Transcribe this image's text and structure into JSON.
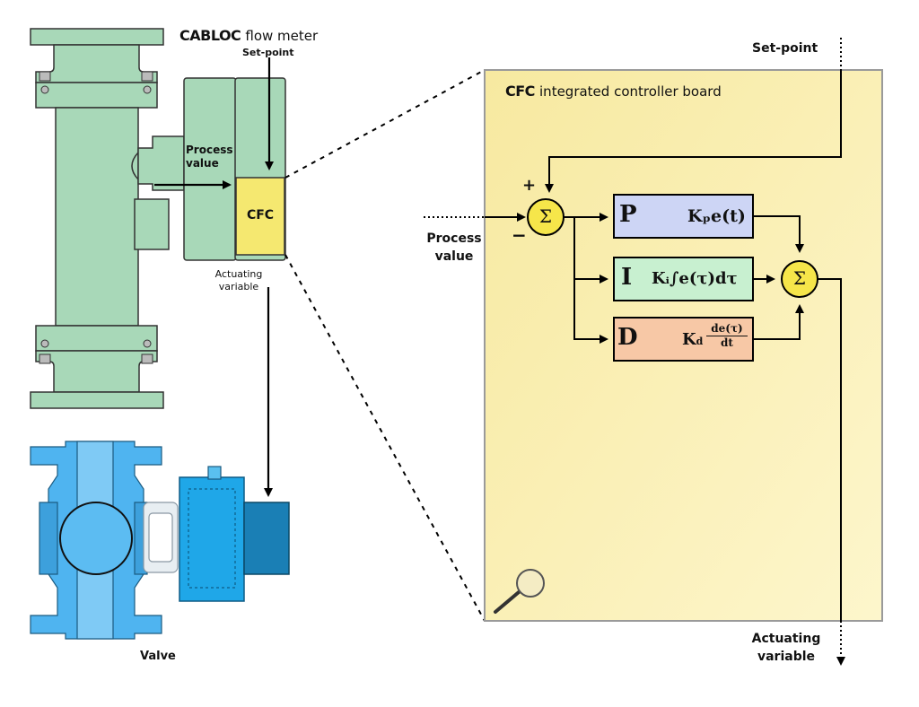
{
  "meter": {
    "brand": "CABLOC",
    "brand_suffix": "flow meter",
    "setpoint_label": "Set-point",
    "process_value_label": "Process value",
    "cfc_label": "CFC",
    "actuating_label": "Actuating variable"
  },
  "valve": {
    "label": "Valve"
  },
  "board": {
    "brand": "CFC",
    "title_suffix": "integrated controller board",
    "setpoint_label": "Set-point",
    "process_value_label": "Process value",
    "actuating_label": "Actuating variable",
    "plus_sign": "+",
    "minus_sign": "−",
    "sum_symbol": "Σ",
    "p_letter": "P",
    "p_formula": "Kₚe(t)",
    "i_letter": "I",
    "i_formula": "Kᵢ∫e(τ)dτ",
    "d_letter": "D",
    "d_coefficient": "K",
    "d_subscript": "d",
    "d_numerator": "de(τ)",
    "d_denominator": "dt"
  },
  "colors": {
    "meter_green": "#a8d8b8",
    "cfc_yellow": "#f5e870",
    "board_bg": "#faf0b0",
    "p_blue": "#cdd5f5",
    "i_green": "#c8f0d0",
    "d_orange": "#f7c8a6",
    "sum_yellow": "#f6e64a",
    "valve_blue": "#4fb4f0",
    "valve_dark": "#1a7fb5"
  }
}
